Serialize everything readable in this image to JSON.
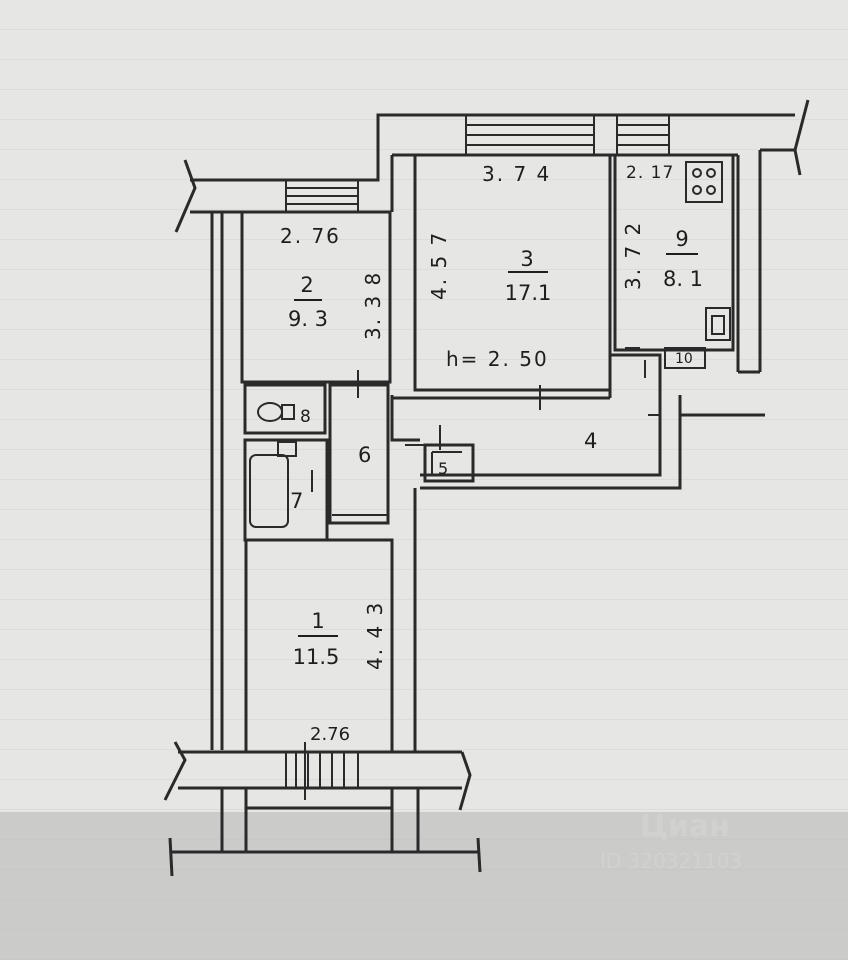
{
  "plan": {
    "ceiling_height": "h= 2. 50",
    "rooms": [
      {
        "id": "2",
        "number": "2",
        "area": "9. 3",
        "width": "2. 76",
        "length": "3. 3 8"
      },
      {
        "id": "3",
        "number": "3",
        "area": "17.1",
        "width": "3. 7 4",
        "length": "4. 5 7"
      },
      {
        "id": "9",
        "number": "9",
        "area": "8. 1",
        "width": "2. 17",
        "length": "3. 7 2"
      },
      {
        "id": "1",
        "number": "1",
        "area": "11.5",
        "width": "2.76",
        "length": "4. 4 3"
      },
      {
        "id": "4",
        "number": "4"
      },
      {
        "id": "5",
        "number": "5"
      },
      {
        "id": "6",
        "number": "6"
      },
      {
        "id": "7",
        "number": "7"
      },
      {
        "id": "8",
        "number": "8"
      },
      {
        "id": "10",
        "number": "10"
      }
    ]
  },
  "watermark": {
    "brand": "Циан",
    "id_text": "ID 320321103"
  }
}
